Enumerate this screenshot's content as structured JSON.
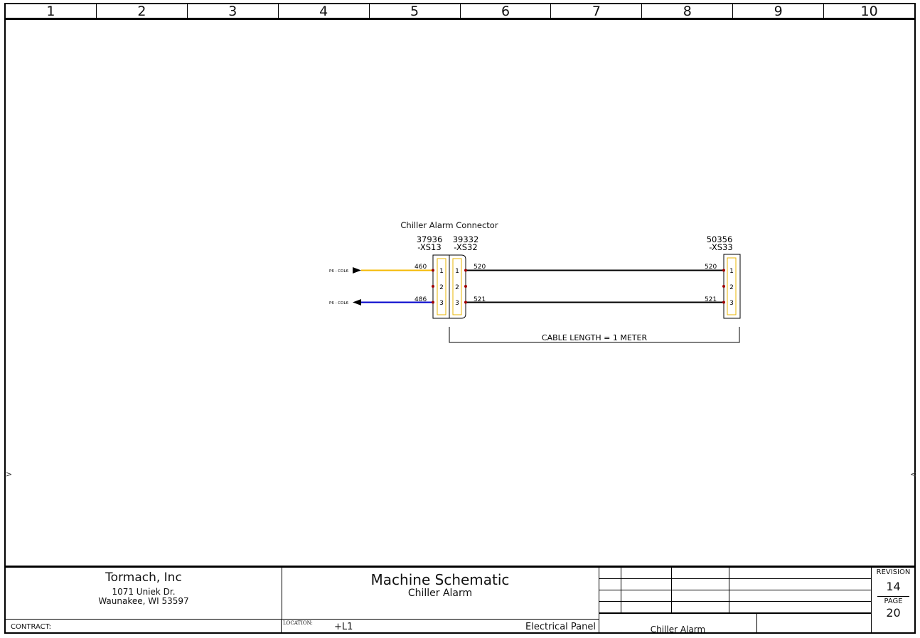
{
  "sheet": {
    "columns": [
      "1",
      "2",
      "3",
      "4",
      "5",
      "6",
      "7",
      "8",
      "9",
      "10"
    ],
    "side_markers": {
      "left": ">",
      "right": "<"
    }
  },
  "schematic": {
    "connector_group_title": "Chiller Alarm Connector",
    "connectors": [
      {
        "part": "37936",
        "tag": "-XS13",
        "pins": [
          "1",
          "2",
          "3"
        ]
      },
      {
        "part": "39332",
        "tag": "-XS32",
        "pins": [
          "1",
          "2",
          "3"
        ]
      },
      {
        "part": "50356",
        "tag": "-XS33",
        "pins": [
          "1",
          "2",
          "3"
        ]
      }
    ],
    "inputs": [
      {
        "ref": "P6 - COL6",
        "wire": "460",
        "direction": "in",
        "color": "#F5B800",
        "pin": "1"
      },
      {
        "ref": "P6 - COL6",
        "wire": "486",
        "direction": "out",
        "color": "#0000CC",
        "pin": "3"
      }
    ],
    "cables": [
      {
        "wire_left": "520",
        "wire_right": "520",
        "pin": "1",
        "color": "#000000"
      },
      {
        "wire_left": "521",
        "wire_right": "521",
        "pin": "3",
        "color": "#000000"
      }
    ],
    "cable_note": "CABLE LENGTH = 1 METER",
    "colors": {
      "pin_dot": "#A00000",
      "insert": "#E8B400"
    }
  },
  "title_block": {
    "company": "Tormach, Inc",
    "address_line1": "1071 Uniek Dr.",
    "address_line2": "Waunakee, WI 53597",
    "contract_label": "CONTRACT:",
    "title": "Machine Schematic",
    "subtitle": "Chiller Alarm",
    "location_label": "LOCATION:",
    "location_value": "+L1",
    "location_name": "Electrical Panel",
    "page_description": "Chiller Alarm",
    "revision_label": "REVISION",
    "revision": "14",
    "page_label": "PAGE",
    "page": "20"
  }
}
